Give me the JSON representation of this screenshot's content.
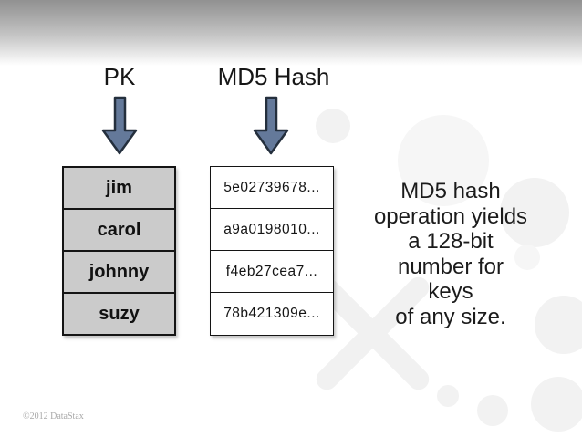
{
  "header": {
    "pk_label": "PK",
    "md5_label": "MD5 Hash"
  },
  "icons": {
    "pk_arrow": "down-arrow",
    "md5_arrow": "down-arrow"
  },
  "pk_table": {
    "rows": [
      "jim",
      "carol",
      "johnny",
      "suzy"
    ]
  },
  "hash_table": {
    "rows": [
      "5e02739678...",
      "a9a0198010...",
      "f4eb27cea7...",
      "78b421309e..."
    ]
  },
  "note": {
    "lines": [
      "MD5 hash",
      "operation yields",
      "a 128-bit",
      "number for",
      "keys",
      "of any size."
    ]
  },
  "footer": {
    "copyright": "©2012 DataStax"
  },
  "colors": {
    "arrow_fill": "#64799a",
    "arrow_stroke": "#242f3d",
    "pk_cell_gray": "#cbcbcb",
    "cell_border": "#141414",
    "banner_gray": "#919191",
    "watermark_gray": "#f2f2f2"
  }
}
